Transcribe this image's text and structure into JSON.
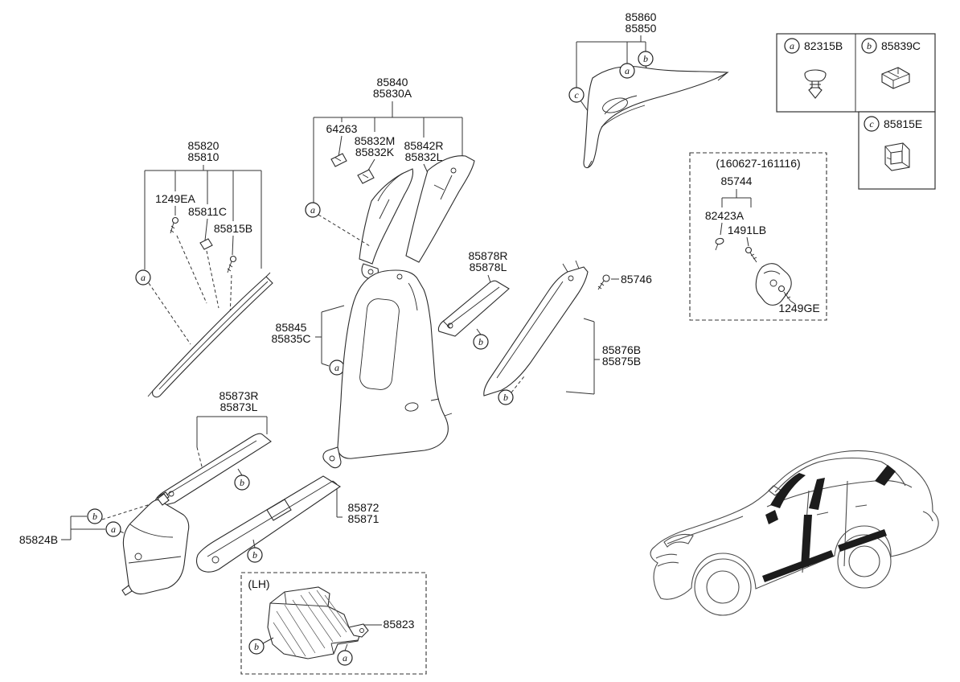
{
  "accent_color": "#111111",
  "callouts": {
    "a": "a",
    "b": "b",
    "c": "c"
  },
  "legend": {
    "items": [
      {
        "letter": "a",
        "part": "82315B",
        "icon": "push-grommet-icon"
      },
      {
        "letter": "b",
        "part": "85839C",
        "icon": "trim-clip-icon"
      },
      {
        "letter": "c",
        "part": "85815E",
        "icon": "pillar-clip-icon"
      }
    ]
  },
  "labels": {
    "p85860": "85860",
    "p85850": "85850",
    "p85840": "85840",
    "p85830A": "85830A",
    "p64263": "64263",
    "p85832M": "85832M",
    "p85832K": "85832K",
    "p85842R": "85842R",
    "p85832L": "85832L",
    "p85820": "85820",
    "p85810": "85810",
    "p1249EA": "1249EA",
    "p85811C": "85811C",
    "p85815B": "85815B",
    "p85845": "85845",
    "p85835C": "85835C",
    "p85878R": "85878R",
    "p85878L": "85878L",
    "p85746": "85746",
    "date_range": "(160627-161116)",
    "p85744": "85744",
    "p82423A": "82423A",
    "p1491LB": "1491LB",
    "p1249GE": "1249GE",
    "p85876B": "85876B",
    "p85875B": "85875B",
    "p85873R": "85873R",
    "p85873L": "85873L",
    "p85824B": "85824B",
    "p85872": "85872",
    "p85871": "85871",
    "lh": "(LH)",
    "p85823": "85823"
  }
}
